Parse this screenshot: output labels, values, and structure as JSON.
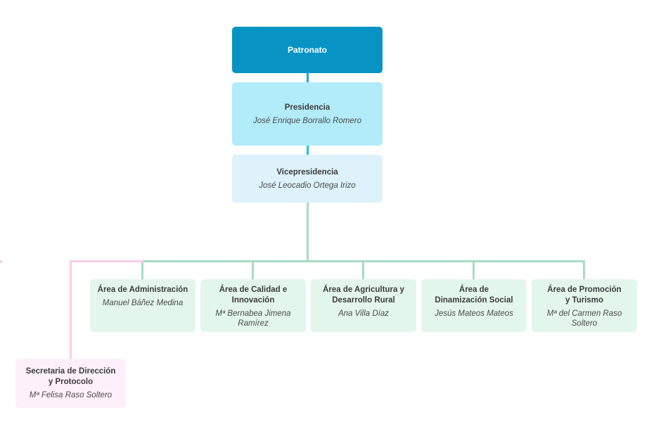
{
  "palette": {
    "patronato_fill": "#0794c4",
    "patronato_text": "#ffffff",
    "presidencia_fill": "#b2ecfa",
    "vicepresidencia_fill": "#ddf2fa",
    "area_fill": "#e3f6ec",
    "secretaria_fill": "#fdf0fa",
    "cyan_connector_1": "#16a9d8",
    "cyan_connector_2": "#10c7e8",
    "green_connector": "#a7dcc2",
    "pink_connector": "#f8cdea",
    "title_color": "#3c3c3c",
    "name_color": "#4a4a4a"
  },
  "nodes": {
    "patronato": {
      "title": "Patronato"
    },
    "presidencia": {
      "title": "Presidencia",
      "person": "José Enrique Borrallo Romero"
    },
    "vicepresidencia": {
      "title": "Vicepresidencia",
      "person": "José Leocadio Ortega Irizo"
    },
    "areas": [
      {
        "title": "Área de Administración",
        "person": "Manuel Báñez Medina"
      },
      {
        "title": "Área de Calidad e\nInnovación",
        "person": "Mª Bernabea Jimena\nRamírez"
      },
      {
        "title": "Área de Agricultura y\nDesarrollo Rural",
        "person": "Ana Villa Díaz"
      },
      {
        "title": "Área de\nDinamización Social",
        "person": "Jesús Mateos Mateos"
      },
      {
        "title": "Área de Promoción\ny Turismo",
        "person": "Mª del Carmen Raso\nSoltero"
      }
    ],
    "secretaria": {
      "title": "Secretaria de Dirección\ny Protocolo",
      "person": "Mª Felisa Raso Soltero"
    }
  }
}
